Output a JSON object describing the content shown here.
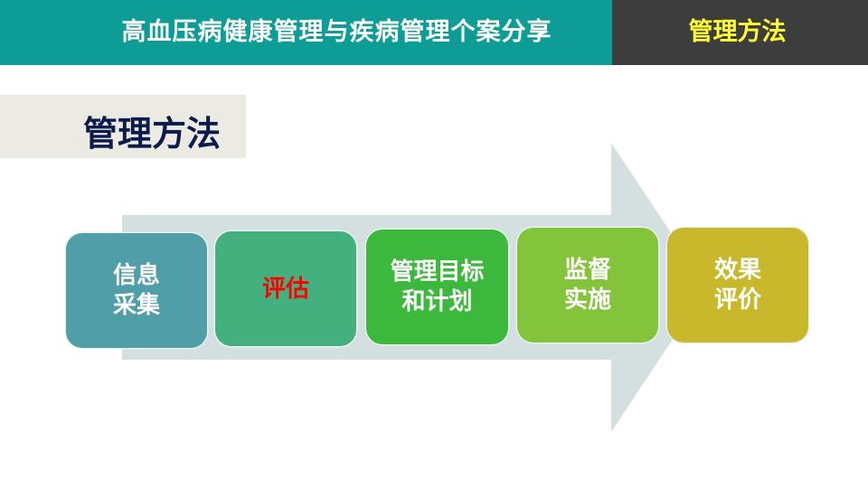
{
  "header": {
    "title": "高血压病健康管理与疾病管理个案分享",
    "section": "管理方法"
  },
  "subtitle": "管理方法",
  "steps": [
    {
      "label": "信息\n采集",
      "text_color": "#ffffff"
    },
    {
      "label": "评估",
      "text_color": "#ff0000"
    },
    {
      "label": "管理目标\n和计划",
      "text_color": "#ffffff"
    },
    {
      "label": "监督\n实施",
      "text_color": "#ffffff"
    },
    {
      "label": "效果\n评价",
      "text_color": "#ffffff"
    }
  ],
  "colors": {
    "header_teal": "#0e9d96",
    "header_dark": "#3d3d3d",
    "header_section_text": "#ffff33",
    "subtitle_text": "#0d1b4a",
    "arrow": "#d4e0e0",
    "step_1": "#4f9ea8",
    "step_2": "#44b07e",
    "step_3": "#3cb93c",
    "step_4": "#83c43a",
    "step_5": "#c9b82b"
  }
}
